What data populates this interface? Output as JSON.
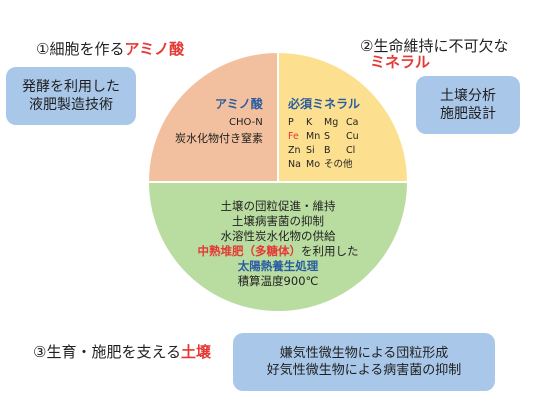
{
  "headings": {
    "amino_prefix": "①細胞を作る",
    "amino_accent": "アミノ酸",
    "mineral_line1": "②生命維持に不可欠な",
    "mineral_accent": "ミネラル",
    "soil_prefix": "③生育・施肥を支える",
    "soil_accent": "土壌"
  },
  "boxes": {
    "left": [
      "発酵を利用した",
      "液肥製造技術"
    ],
    "right": [
      "土壌分析",
      "施肥設計"
    ],
    "bottom": [
      "嫌気性微生物による団粒形成",
      "好気性微生物による病害菌の抑制"
    ]
  },
  "pie": {
    "amino": {
      "title": "アミノ酸",
      "line1": "CHO-N",
      "line2": "炭水化物付き窒素",
      "color": "#f2c09e"
    },
    "mineral": {
      "title": "必須ミネラル",
      "row1": [
        "P",
        "K",
        "Mg",
        "Ca"
      ],
      "row2": [
        "Fe",
        "Mn",
        "S",
        "Cu"
      ],
      "row3": [
        "Zn",
        "Si",
        "B",
        "Cl"
      ],
      "row4": [
        "Na",
        "Mo",
        "その他"
      ],
      "color": "#fce08f"
    },
    "soil": {
      "line1": "土壌の団粒促進・維持",
      "line2": "土壌病害菌の抑制",
      "line3": "水溶性炭水化物の供給",
      "line4_red": "中熟堆肥（多糖体）",
      "line4_rest": "を利用した",
      "line5": "太陽熱養生処理",
      "line6": "積算温度900℃",
      "color": "#b9dca0"
    }
  },
  "colors": {
    "accent_red": "#e53935",
    "box_blue": "#a9c7e8",
    "text_blue": "#2a5d9f"
  }
}
